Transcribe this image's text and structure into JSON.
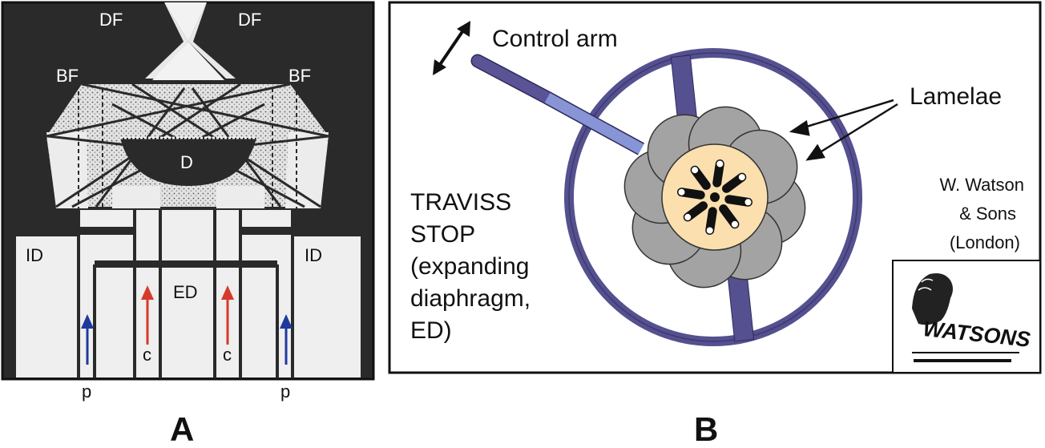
{
  "panel_a": {
    "panel_letter": "A",
    "labels": {
      "df_left": "DF",
      "df_right": "DF",
      "bf_left": "BF",
      "bf_right": "BF",
      "d": "D",
      "id_left": "ID",
      "id_right": "ID",
      "ed": "ED",
      "c_left": "c",
      "c_right": "c",
      "p_left": "p",
      "p_right": "p"
    },
    "colors": {
      "background": "#2a2a2a",
      "condenser_fill": "#dcdcdc",
      "column_fill": "#efefef",
      "peripheral_arrow": "#1f3a9e",
      "central_arrow": "#d63a2a"
    }
  },
  "panel_b": {
    "panel_letter": "B",
    "control_arm_label": "Control arm",
    "lamelae_label": "Lamelae",
    "traviss_lines": [
      "TRAVISS",
      "STOP",
      "(expanding",
      "diaphragm,",
      "ED)"
    ],
    "maker_lines": [
      "W. Watson",
      "& Sons",
      "(London)"
    ],
    "logo_text": "WATSONS",
    "colors": {
      "ring": "#55508f",
      "arm_dark": "#5a5496",
      "arm_light": "#8795d6",
      "lamella": "#a3a3a3",
      "hub": "#fbdfae"
    }
  }
}
